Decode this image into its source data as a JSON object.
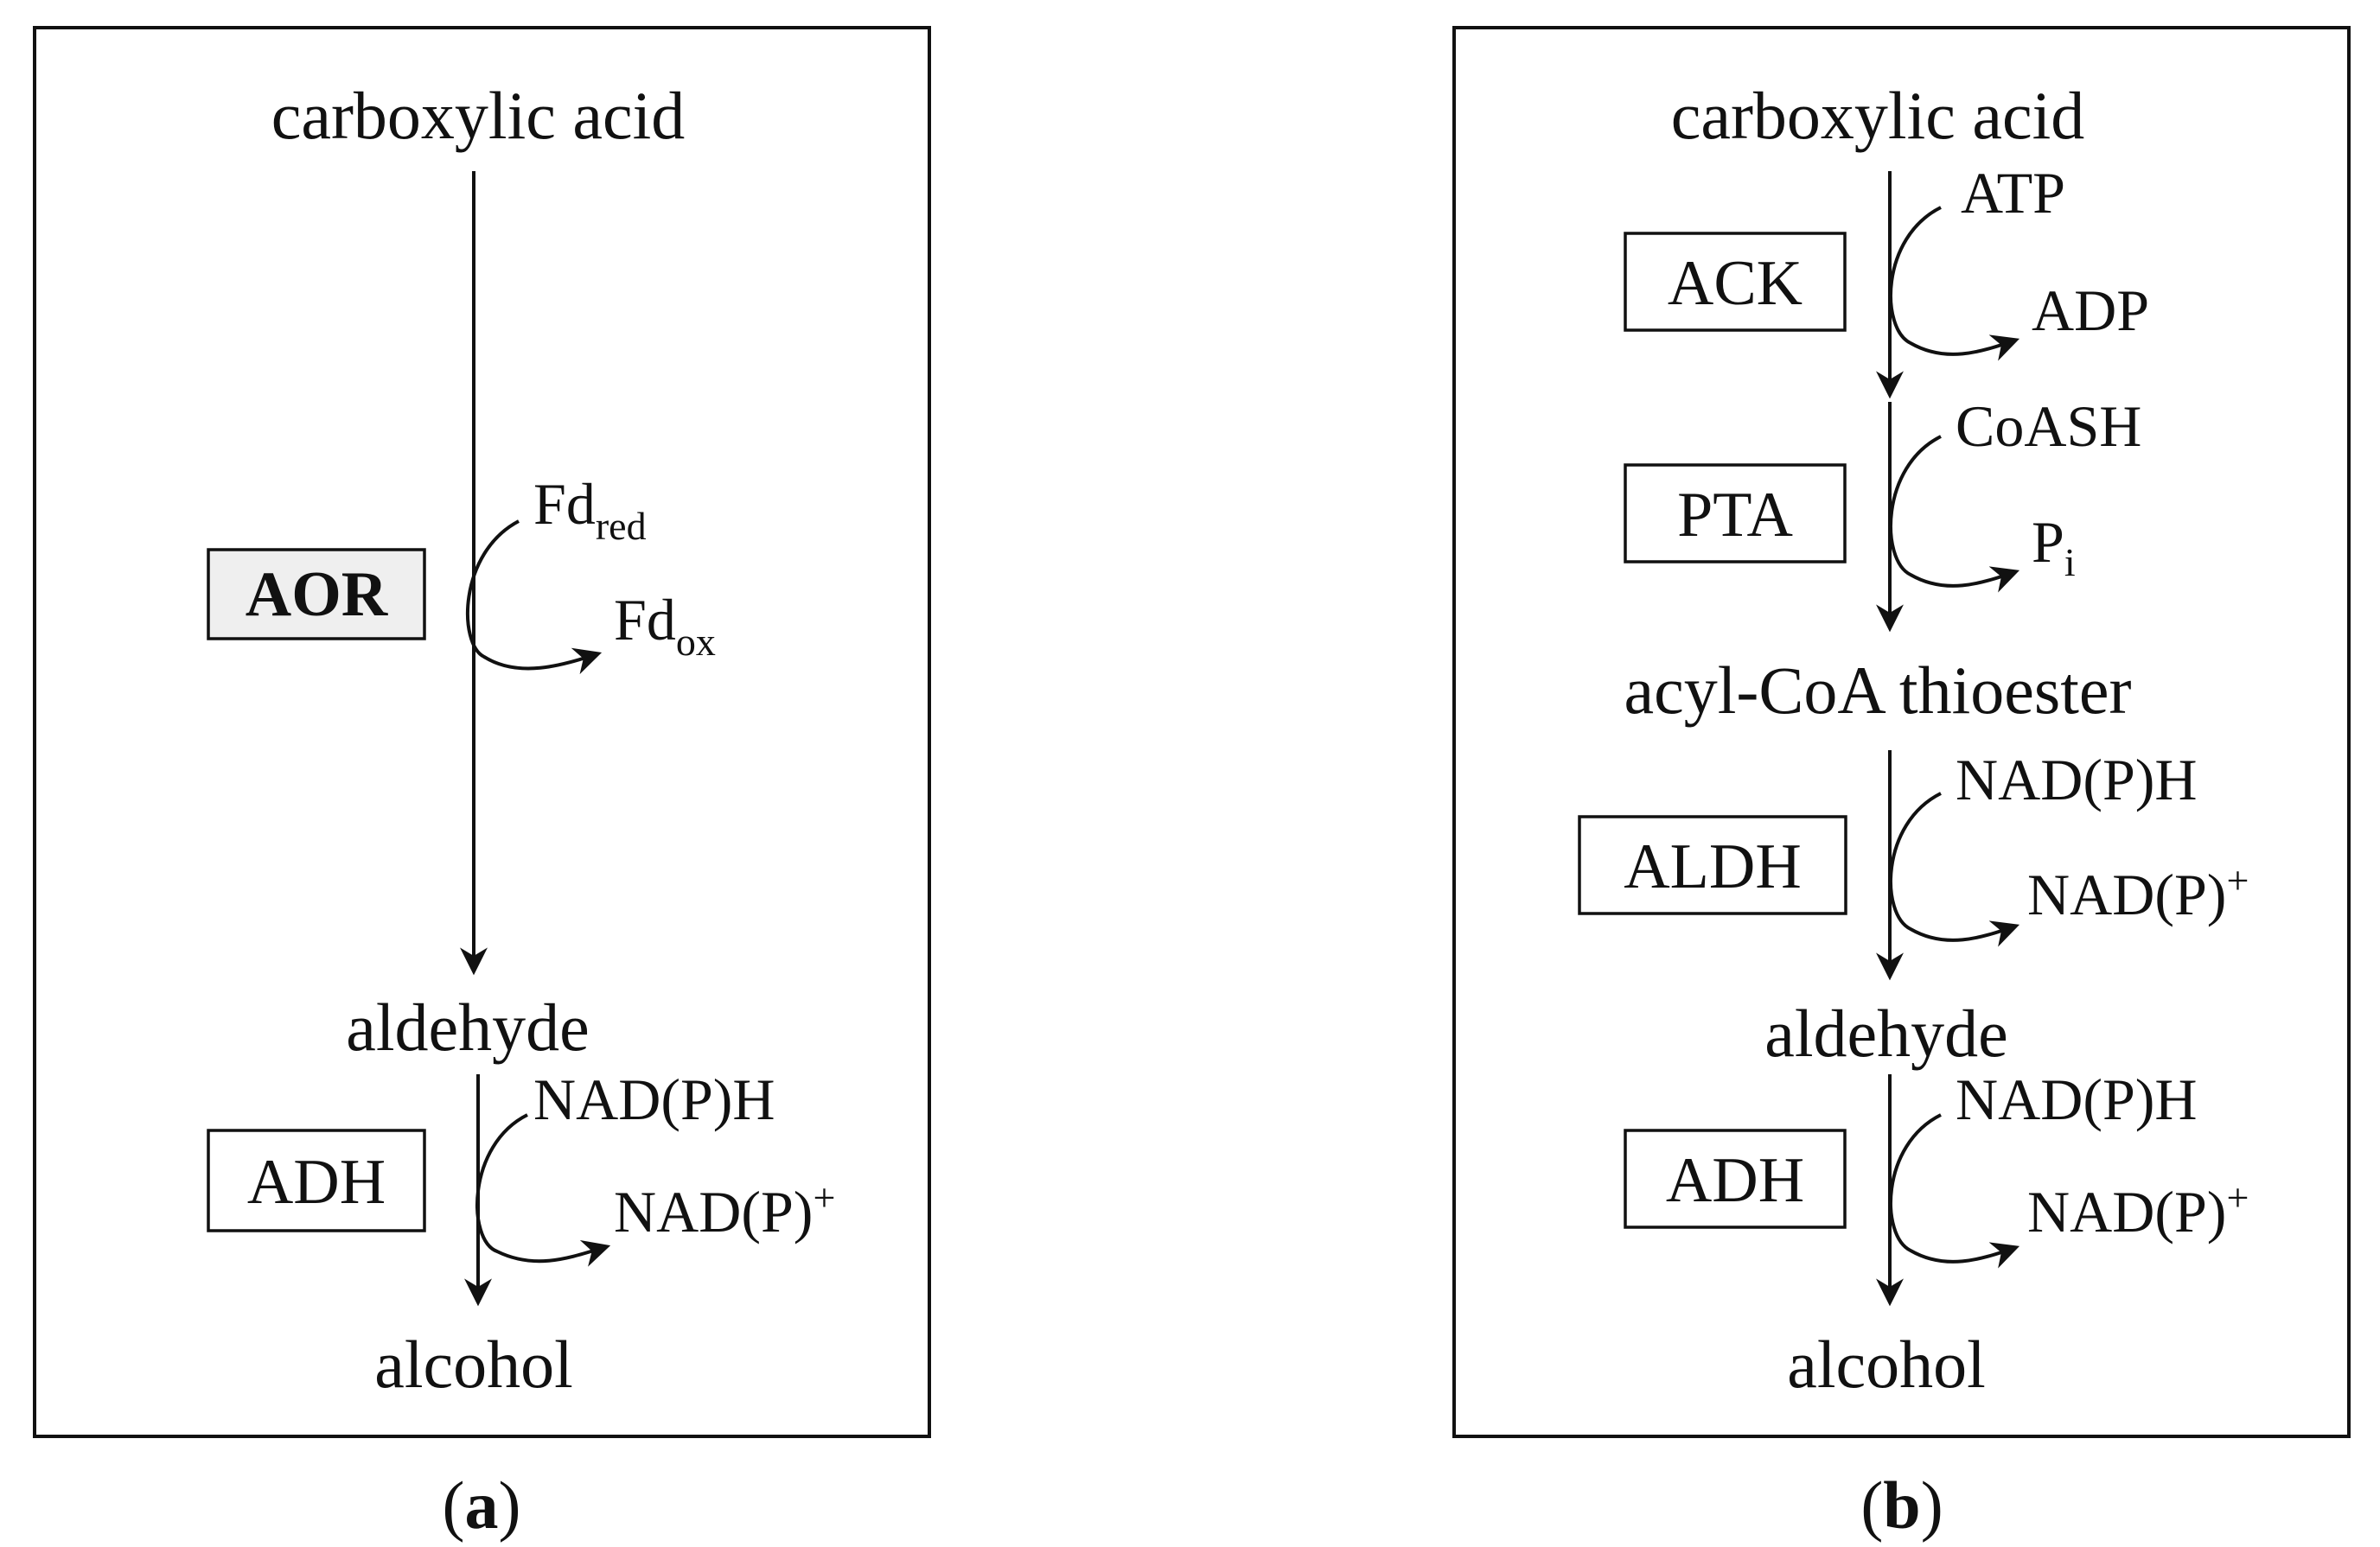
{
  "panels": {
    "a": {
      "caption": "(a)",
      "caption_letter": "a",
      "substrate": "carboxylic acid",
      "intermediate": "aldehyde",
      "product": "alcohol",
      "step1": {
        "enzyme": "AOR",
        "enzyme_bold": true,
        "enzyme_shaded": true,
        "cofactor_in": "Fd",
        "cofactor_in_sub": "red",
        "cofactor_out": "Fd",
        "cofactor_out_sub": "ox"
      },
      "step2": {
        "enzyme": "ADH",
        "cofactor_in": "NAD(P)H",
        "cofactor_out": "NAD(P)",
        "cofactor_out_sup": "+"
      }
    },
    "b": {
      "caption": "(b)",
      "caption_letter": "b",
      "substrate": "carboxylic acid",
      "intermediate1": "acyl-CoA thioester",
      "intermediate2": "aldehyde",
      "product": "alcohol",
      "step1": {
        "enzyme": "ACK",
        "cofactor_in": "ATP",
        "cofactor_out": "ADP"
      },
      "step2": {
        "enzyme": "PTA",
        "cofactor_in": "CoASH",
        "cofactor_out": "P",
        "cofactor_out_sub": "i"
      },
      "step3": {
        "enzyme": "ALDH",
        "cofactor_in": "NAD(P)H",
        "cofactor_out": "NAD(P)",
        "cofactor_out_sup": "+"
      },
      "step4": {
        "enzyme": "ADH",
        "cofactor_in": "NAD(P)H",
        "cofactor_out": "NAD(P)",
        "cofactor_out_sup": "+"
      }
    }
  }
}
